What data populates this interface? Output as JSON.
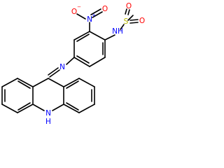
{
  "colors": {
    "bond": "#000000",
    "carbon": "#000000",
    "nitrogen": "#0000ff",
    "oxygen": "#ff0000",
    "sulfur": "#b8b800",
    "background": "#ffffff"
  },
  "labels": {
    "nitro_n": "N",
    "nitro_n_charge": "+",
    "nitro_o_top": "O",
    "nitro_o_side": "O",
    "nitro_o_charge": "−",
    "sulfonamide_nh": "NH",
    "sulfur": "S",
    "sulfonyl_o1": "O",
    "sulfonyl_o2": "O",
    "imine_n": "N",
    "ring_nh": "N",
    "ring_h": "H"
  }
}
